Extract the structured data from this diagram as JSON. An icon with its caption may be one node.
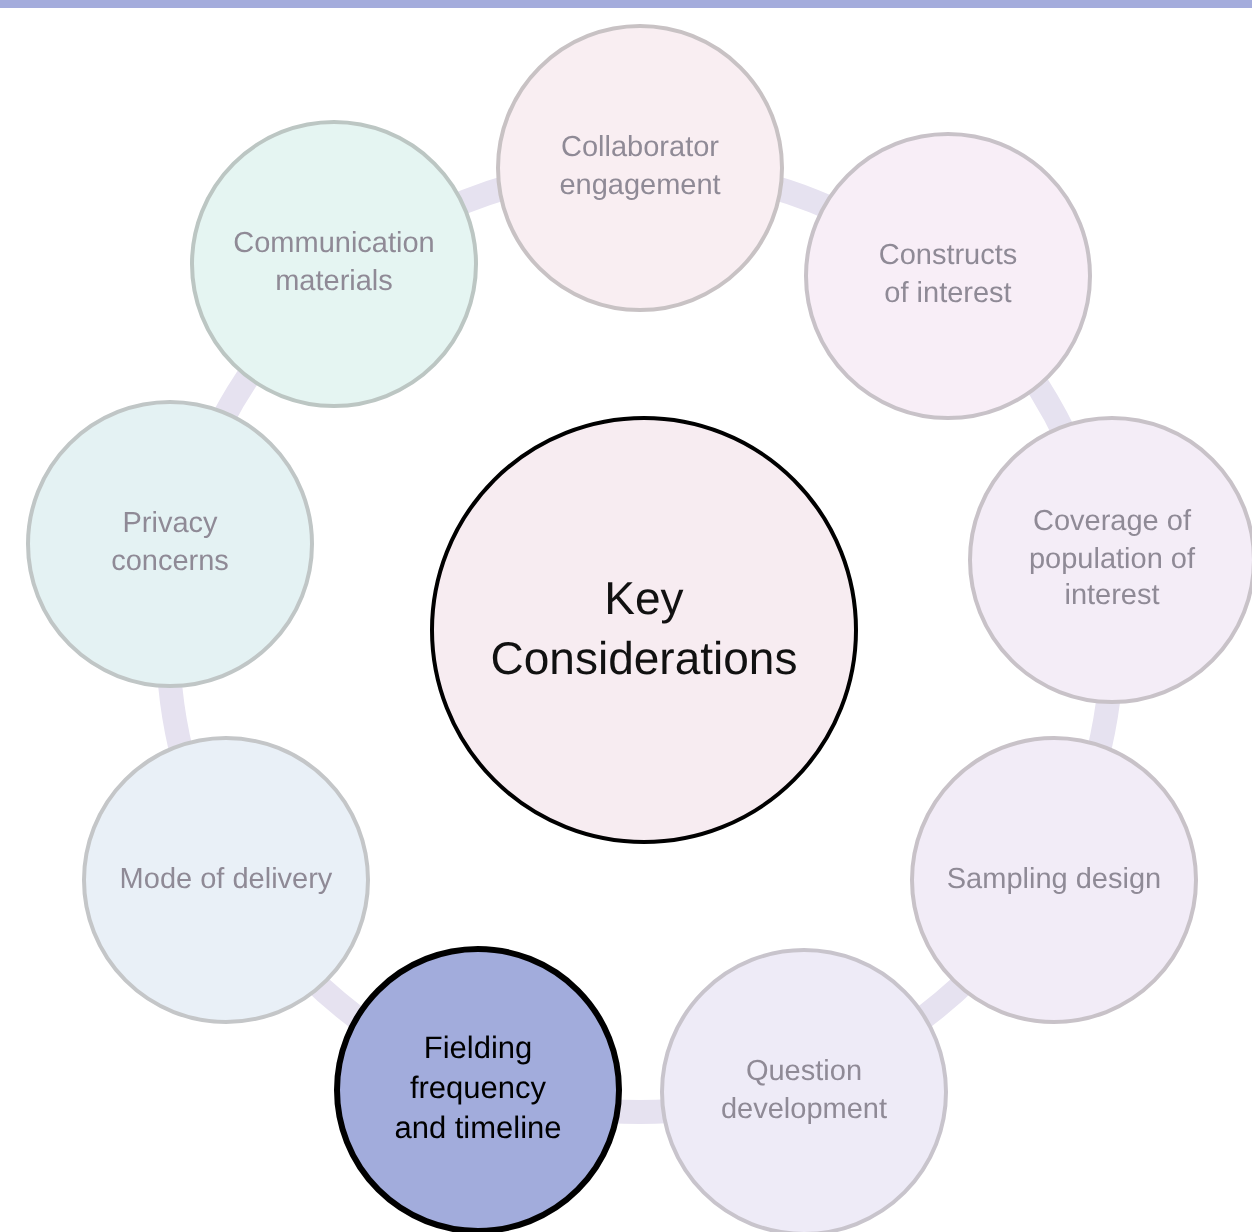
{
  "diagram": {
    "nodes": [
      {
        "text": [
          "Key Considerations"
        ]
      },
      {
        "text": [
          "Collaborator engagement"
        ]
      },
      {
        "text": [
          "Constructs of interest"
        ]
      },
      {
        "text": [
          "Coverage of population of interest"
        ]
      },
      {
        "text": [
          "Sampling design"
        ]
      },
      {
        "text": [
          "Question development"
        ]
      },
      {
        "text": [
          "Fielding frequency and timeline"
        ]
      },
      {
        "text": [
          "Mode of delivery"
        ]
      },
      {
        "text": [
          "Privacy concerns"
        ]
      },
      {
        "text": [
          "Communication materials"
        ]
      }
    ]
  }
}
